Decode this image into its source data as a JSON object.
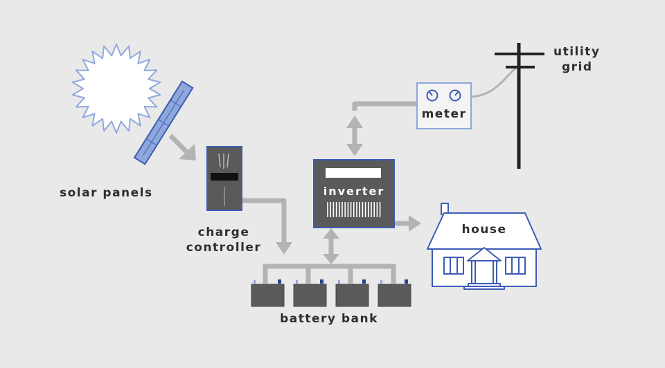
{
  "labels": {
    "solar_panels": "solar panels",
    "charge_controller_line1": "charge",
    "charge_controller_line2": "controller",
    "inverter": "inverter",
    "meter": "meter",
    "utility_grid_line1": "utility",
    "utility_grid_line2": "grid",
    "house": "house",
    "battery_bank": "battery bank"
  },
  "colors": {
    "background": "#e9e9e9",
    "line": "#b3b3b3",
    "outline_blue": "#3b5bb5",
    "dark_box": "#5a5a5a",
    "panel_blue": "#8fa8dc",
    "pole": "#222222"
  }
}
